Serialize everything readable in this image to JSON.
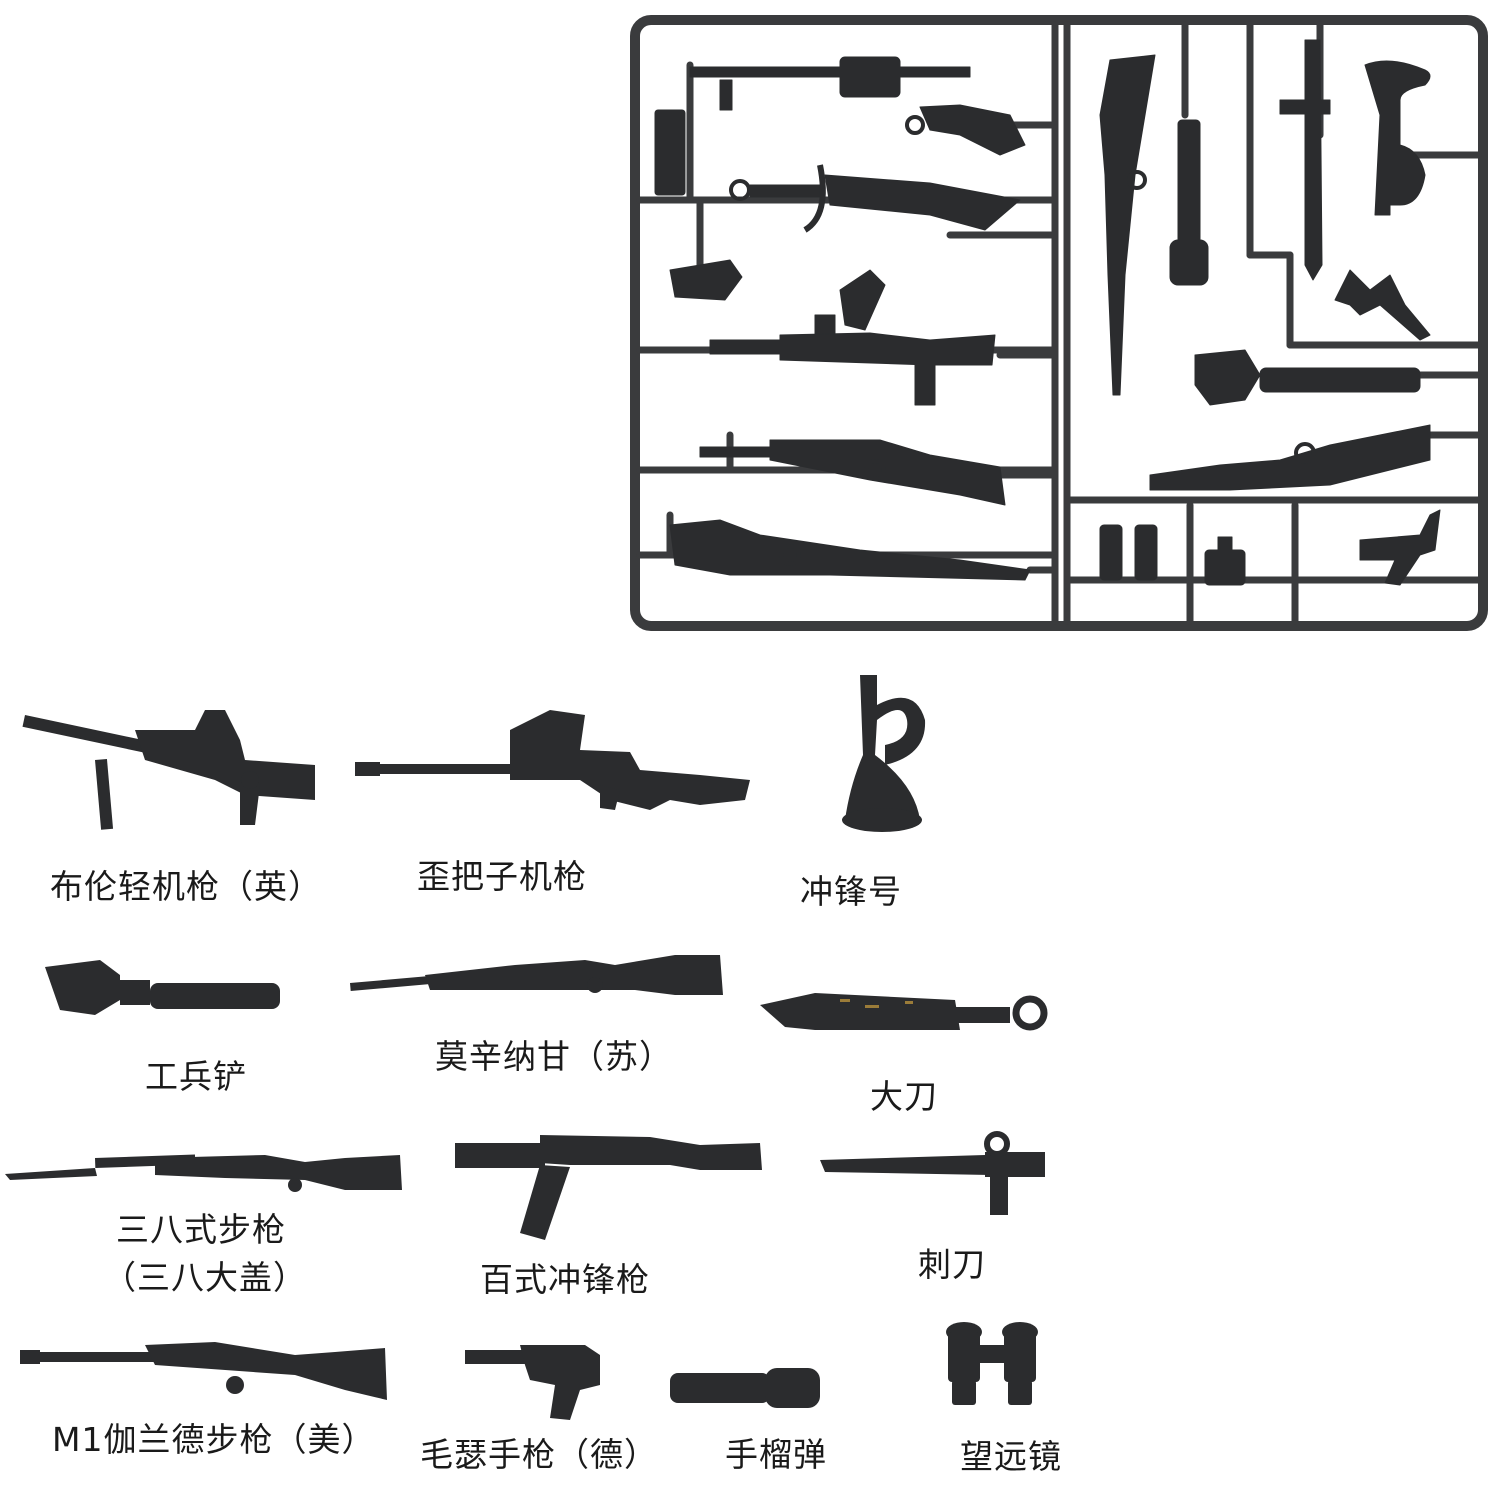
{
  "colors": {
    "sprue": "#3a3b3d",
    "part": "#2b2c2e",
    "text": "#1a1a1a",
    "background": "#ffffff"
  },
  "sprue": {
    "icon": "weapon-sprue-icon"
  },
  "items": [
    {
      "id": "bren",
      "icon": "light-machine-gun-icon",
      "label": "布伦轻机枪（英）"
    },
    {
      "id": "type11",
      "icon": "machine-gun-icon",
      "label": "歪把子机枪"
    },
    {
      "id": "bugle",
      "icon": "bugle-icon",
      "label": "冲锋号"
    },
    {
      "id": "shovel",
      "icon": "shovel-icon",
      "label": "工兵铲"
    },
    {
      "id": "mosin",
      "icon": "rifle-icon",
      "label": "莫辛纳甘（苏）"
    },
    {
      "id": "dadao",
      "icon": "broadsword-icon",
      "label": "大刀"
    },
    {
      "id": "arisaka",
      "icon": "rifle-bayonet-icon",
      "label": "三八式步枪",
      "label2": "（三八大盖）"
    },
    {
      "id": "type100",
      "icon": "submachine-gun-icon",
      "label": "百式冲锋枪"
    },
    {
      "id": "bayonet",
      "icon": "bayonet-icon",
      "label": "刺刀"
    },
    {
      "id": "m1",
      "icon": "garand-rifle-icon",
      "label": "M1伽兰德步枪（美）"
    },
    {
      "id": "mauser",
      "icon": "pistol-icon",
      "label": "毛瑟手枪（德）"
    },
    {
      "id": "grenade",
      "icon": "grenade-icon",
      "label": "手榴弹"
    },
    {
      "id": "binoculars",
      "icon": "binoculars-icon",
      "label": "望远镜"
    }
  ]
}
